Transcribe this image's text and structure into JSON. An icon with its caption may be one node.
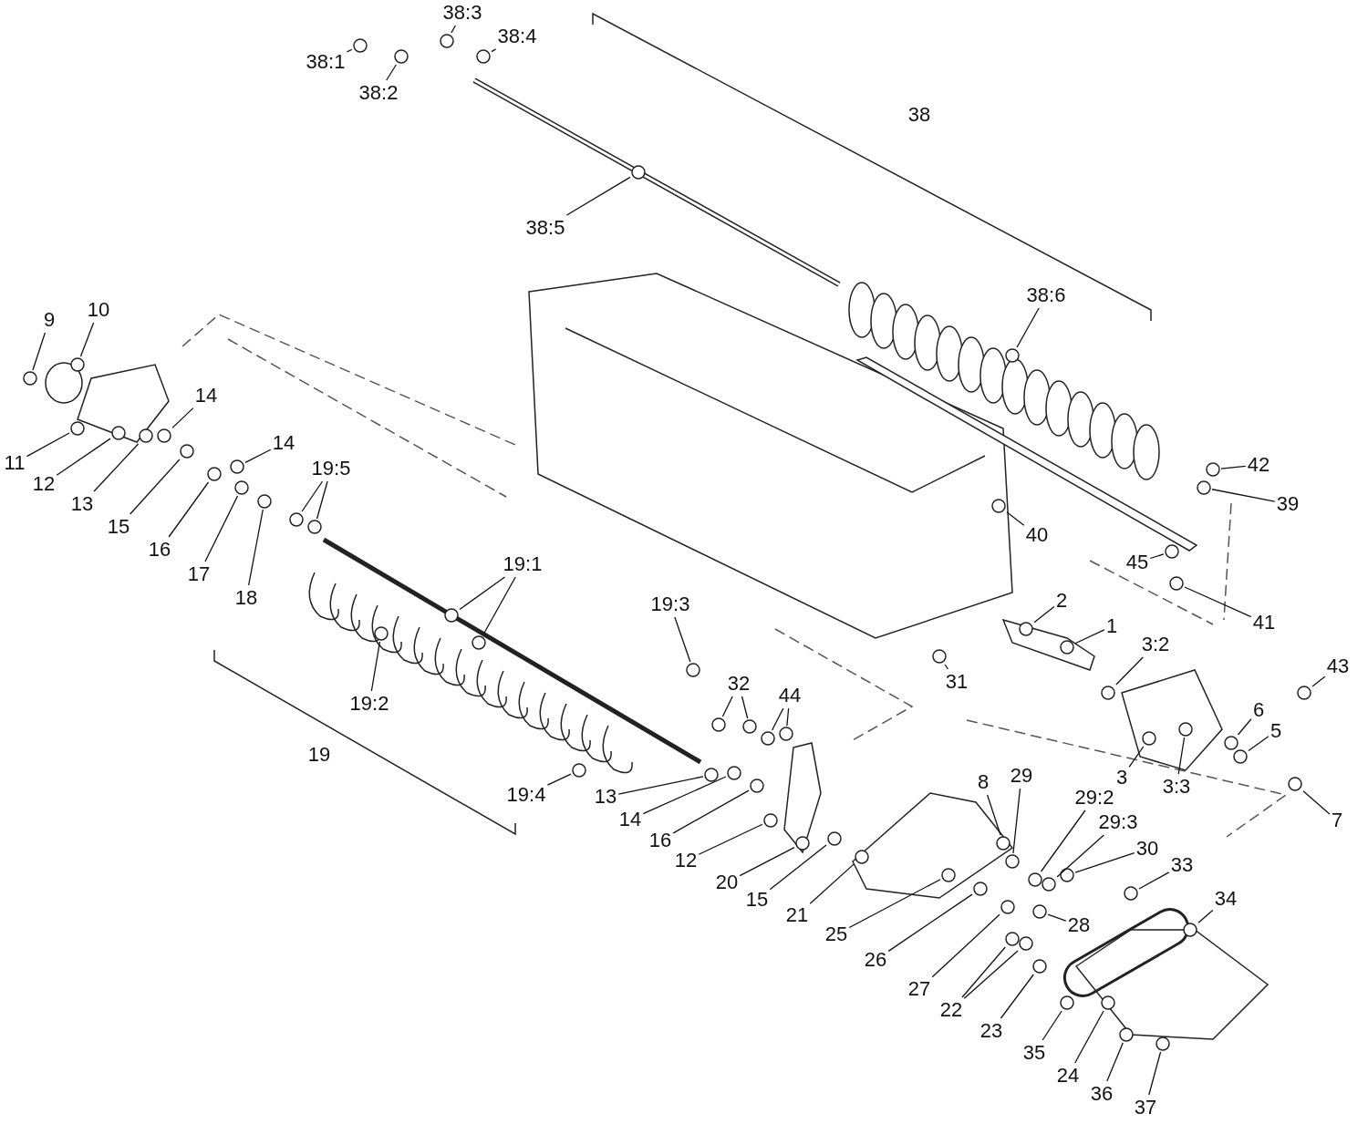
{
  "diagram": {
    "nodes": [
      {
        "text": [
          "38:1"
        ]
      },
      {
        "text": [
          "38:2"
        ]
      },
      {
        "text": [
          "38:3"
        ]
      },
      {
        "text": [
          "38:4"
        ]
      },
      {
        "text": [
          "38:5"
        ]
      },
      {
        "text": [
          "38:6"
        ]
      },
      {
        "text": [
          "9"
        ]
      },
      {
        "text": [
          "10"
        ]
      },
      {
        "text": [
          "11"
        ]
      },
      {
        "text": [
          "12"
        ]
      },
      {
        "text": [
          "13"
        ]
      },
      {
        "text": [
          "14"
        ]
      },
      {
        "text": [
          "15"
        ]
      },
      {
        "text": [
          "16"
        ]
      },
      {
        "text": [
          "14"
        ]
      },
      {
        "text": [
          "17"
        ]
      },
      {
        "text": [
          "18"
        ]
      },
      {
        "text": [
          "19:5"
        ]
      },
      {
        "text": [
          "19:1"
        ]
      },
      {
        "text": [
          "19:2"
        ]
      },
      {
        "text": [
          "19:3"
        ]
      },
      {
        "text": [
          "19:4"
        ]
      },
      {
        "text": [
          "13"
        ]
      },
      {
        "text": [
          "14"
        ]
      },
      {
        "text": [
          "16"
        ]
      },
      {
        "text": [
          "12"
        ]
      },
      {
        "text": [
          "20"
        ]
      },
      {
        "text": [
          "15"
        ]
      },
      {
        "text": [
          "21"
        ]
      },
      {
        "text": [
          "25"
        ]
      },
      {
        "text": [
          "26"
        ]
      },
      {
        "text": [
          "27"
        ]
      },
      {
        "text": [
          "22"
        ]
      },
      {
        "text": [
          "23"
        ]
      },
      {
        "text": [
          "35"
        ]
      },
      {
        "text": [
          "24"
        ]
      },
      {
        "text": [
          "36"
        ]
      },
      {
        "text": [
          "37"
        ]
      },
      {
        "text": [
          "32"
        ]
      },
      {
        "text": [
          "44"
        ]
      },
      {
        "text": [
          "8"
        ]
      },
      {
        "text": [
          "29"
        ]
      },
      {
        "text": [
          "29:2"
        ]
      },
      {
        "text": [
          "29:3"
        ]
      },
      {
        "text": [
          "30"
        ]
      },
      {
        "text": [
          "28"
        ]
      },
      {
        "text": [
          "33"
        ]
      },
      {
        "text": [
          "34"
        ]
      },
      {
        "text": [
          "31"
        ]
      },
      {
        "text": [
          "2"
        ]
      },
      {
        "text": [
          "1"
        ]
      },
      {
        "text": [
          "3:2"
        ]
      },
      {
        "text": [
          "43"
        ]
      },
      {
        "text": [
          "6"
        ]
      },
      {
        "text": [
          "5"
        ]
      },
      {
        "text": [
          "3"
        ]
      },
      {
        "text": [
          "3:3"
        ]
      },
      {
        "text": [
          "7"
        ]
      },
      {
        "text": [
          "42"
        ]
      },
      {
        "text": [
          "39"
        ]
      },
      {
        "text": [
          "40"
        ]
      },
      {
        "text": [
          "45"
        ]
      },
      {
        "text": [
          "41"
        ]
      },
      {
        "text": [],
        "shape": "circle"
      },
      {
        "text": [],
        "shape": "circle"
      },
      {
        "text": [],
        "shape": "circle"
      },
      {
        "text": [],
        "shape": "circle"
      },
      {
        "text": [],
        "shape": "circle"
      },
      {
        "text": [],
        "shape": "circle"
      },
      {
        "text": [],
        "shape": "circle"
      },
      {
        "text": [],
        "shape": "circle"
      },
      {
        "text": [],
        "shape": "circle"
      },
      {
        "text": [],
        "shape": "circle"
      },
      {
        "text": [],
        "shape": "circle"
      },
      {
        "text": [],
        "shape": "circle"
      },
      {
        "text": [],
        "shape": "circle"
      },
      {
        "text": [],
        "shape": "circle"
      },
      {
        "text": [],
        "shape": "circle"
      },
      {
        "text": [],
        "shape": "circle"
      },
      {
        "text": [],
        "shape": "circle"
      },
      {
        "text": [],
        "shape": "circle"
      },
      {
        "text": [],
        "shape": "circle"
      },
      {
        "text": [],
        "shape": "circle"
      },
      {
        "text": [],
        "shape": "circle"
      },
      {
        "text": [],
        "shape": "circle"
      },
      {
        "text": [],
        "shape": "circle"
      },
      {
        "text": [],
        "shape": "circle"
      },
      {
        "text": [],
        "shape": "circle"
      },
      {
        "text": [],
        "shape": "circle"
      },
      {
        "text": [],
        "shape": "circle"
      },
      {
        "text": [],
        "shape": "circle"
      },
      {
        "text": [],
        "shape": "circle"
      },
      {
        "text": [],
        "shape": "circle"
      },
      {
        "text": [],
        "shape": "circle"
      },
      {
        "text": [],
        "shape": "circle"
      },
      {
        "text": [],
        "shape": "circle"
      },
      {
        "text": [],
        "shape": "circle"
      },
      {
        "text": [],
        "shape": "circle"
      },
      {
        "text": [],
        "shape": "circle"
      },
      {
        "text": [],
        "shape": "circle"
      },
      {
        "text": [],
        "shape": "circle"
      },
      {
        "text": [],
        "shape": "circle"
      },
      {
        "text": [],
        "shape": "circle"
      },
      {
        "text": [],
        "shape": "circle"
      },
      {
        "text": [],
        "shape": "circle"
      },
      {
        "text": [],
        "shape": "circle"
      },
      {
        "text": [],
        "shape": "circle"
      },
      {
        "text": [],
        "shape": "circle"
      },
      {
        "text": [],
        "shape": "circle"
      },
      {
        "text": [],
        "shape": "circle"
      },
      {
        "text": [],
        "shape": "circle"
      },
      {
        "text": [],
        "shape": "circle"
      },
      {
        "text": [],
        "shape": "circle"
      },
      {
        "text": [],
        "shape": "circle"
      },
      {
        "text": [],
        "shape": "circle"
      },
      {
        "text": [],
        "shape": "circle"
      },
      {
        "text": [],
        "shape": "circle"
      },
      {
        "text": [],
        "shape": "circle"
      },
      {
        "text": [],
        "shape": "circle"
      },
      {
        "text": [],
        "shape": "circle"
      },
      {
        "text": [],
        "shape": "circle"
      },
      {
        "text": [],
        "shape": "circle"
      },
      {
        "text": [],
        "shape": "circle"
      },
      {
        "text": [],
        "shape": "circle"
      },
      {
        "text": [],
        "shape": "circle"
      },
      {
        "text": [],
        "shape": "circle"
      },
      {
        "text": [],
        "shape": "circle"
      },
      {
        "text": [],
        "shape": "circle"
      },
      {
        "text": [],
        "shape": "circle"
      },
      {
        "text": [],
        "shape": "circle"
      },
      {
        "text": [],
        "shape": "circle"
      }
    ],
    "edges": [
      {
        "from": 0,
        "to": 63,
        "arrow": "none"
      },
      {
        "from": 1,
        "to": 64,
        "arrow": "none"
      },
      {
        "from": 2,
        "to": 65,
        "arrow": "none"
      },
      {
        "from": 3,
        "to": 66,
        "arrow": "none"
      },
      {
        "from": 4,
        "to": 67,
        "arrow": "none"
      },
      {
        "from": 5,
        "to": 68,
        "arrow": "none"
      },
      {
        "from": 6,
        "to": 69,
        "arrow": "none"
      },
      {
        "from": 7,
        "to": 70,
        "arrow": "none"
      },
      {
        "from": 8,
        "to": 71,
        "arrow": "none"
      },
      {
        "from": 9,
        "to": 72,
        "arrow": "none"
      },
      {
        "from": 10,
        "to": 73,
        "arrow": "none"
      },
      {
        "from": 11,
        "to": 74,
        "arrow": "none"
      },
      {
        "from": 12,
        "to": 75,
        "arrow": "none"
      },
      {
        "from": 13,
        "to": 76,
        "arrow": "none"
      },
      {
        "from": 14,
        "to": 77,
        "arrow": "none"
      },
      {
        "from": 15,
        "to": 78,
        "arrow": "none"
      },
      {
        "from": 16,
        "to": 79,
        "arrow": "none"
      },
      {
        "from": 17,
        "to": 80,
        "arrow": "none"
      },
      {
        "from": 17,
        "to": 81,
        "arrow": "none"
      },
      {
        "from": 18,
        "to": 82,
        "arrow": "none"
      },
      {
        "from": 18,
        "to": 83,
        "arrow": "none"
      },
      {
        "from": 19,
        "to": 84,
        "arrow": "none"
      },
      {
        "from": 20,
        "to": 85,
        "arrow": "none"
      },
      {
        "from": 21,
        "to": 86,
        "arrow": "none"
      },
      {
        "from": 22,
        "to": 87,
        "arrow": "none"
      },
      {
        "from": 23,
        "to": 88,
        "arrow": "none"
      },
      {
        "from": 24,
        "to": 89,
        "arrow": "none"
      },
      {
        "from": 25,
        "to": 90,
        "arrow": "none"
      },
      {
        "from": 26,
        "to": 91,
        "arrow": "none"
      },
      {
        "from": 27,
        "to": 92,
        "arrow": "none"
      },
      {
        "from": 28,
        "to": 93,
        "arrow": "none"
      },
      {
        "from": 29,
        "to": 94,
        "arrow": "none"
      },
      {
        "from": 30,
        "to": 95,
        "arrow": "none"
      },
      {
        "from": 31,
        "to": 96,
        "arrow": "none"
      },
      {
        "from": 32,
        "to": 97,
        "arrow": "none"
      },
      {
        "from": 32,
        "to": 98,
        "arrow": "none"
      },
      {
        "from": 33,
        "to": 99,
        "arrow": "none"
      },
      {
        "from": 34,
        "to": 100,
        "arrow": "none"
      },
      {
        "from": 35,
        "to": 101,
        "arrow": "none"
      },
      {
        "from": 36,
        "to": 102,
        "arrow": "none"
      },
      {
        "from": 37,
        "to": 103,
        "arrow": "none"
      },
      {
        "from": 38,
        "to": 104,
        "arrow": "none"
      },
      {
        "from": 38,
        "to": 105,
        "arrow": "none"
      },
      {
        "from": 39,
        "to": 106,
        "arrow": "none"
      },
      {
        "from": 39,
        "to": 107,
        "arrow": "none"
      },
      {
        "from": 40,
        "to": 108,
        "arrow": "none"
      },
      {
        "from": 41,
        "to": 109,
        "arrow": "none"
      },
      {
        "from": 42,
        "to": 110,
        "arrow": "none"
      },
      {
        "from": 43,
        "to": 111,
        "arrow": "none"
      },
      {
        "from": 44,
        "to": 112,
        "arrow": "none"
      },
      {
        "from": 45,
        "to": 113,
        "arrow": "none"
      },
      {
        "from": 46,
        "to": 114,
        "arrow": "none"
      },
      {
        "from": 47,
        "to": 115,
        "arrow": "none"
      },
      {
        "from": 48,
        "to": 116,
        "arrow": "none"
      },
      {
        "from": 49,
        "to": 117,
        "arrow": "none"
      },
      {
        "from": 50,
        "to": 118,
        "arrow": "none"
      },
      {
        "from": 51,
        "to": 119,
        "arrow": "none"
      },
      {
        "from": 52,
        "to": 120,
        "arrow": "none"
      },
      {
        "from": 53,
        "to": 121,
        "arrow": "none"
      },
      {
        "from": 54,
        "to": 122,
        "arrow": "none"
      },
      {
        "from": 55,
        "to": 123,
        "arrow": "none"
      },
      {
        "from": 56,
        "to": 124,
        "arrow": "none"
      },
      {
        "from": 57,
        "to": 125,
        "arrow": "none"
      },
      {
        "from": 58,
        "to": 126,
        "arrow": "none"
      },
      {
        "from": 59,
        "to": 127,
        "arrow": "none"
      },
      {
        "from": 60,
        "to": 128,
        "arrow": "none"
      },
      {
        "from": 61,
        "to": 129,
        "arrow": "none"
      },
      {
        "from": 62,
        "to": 130,
        "arrow": "none"
      }
    ],
    "labels": [
      "38",
      "19"
    ]
  }
}
